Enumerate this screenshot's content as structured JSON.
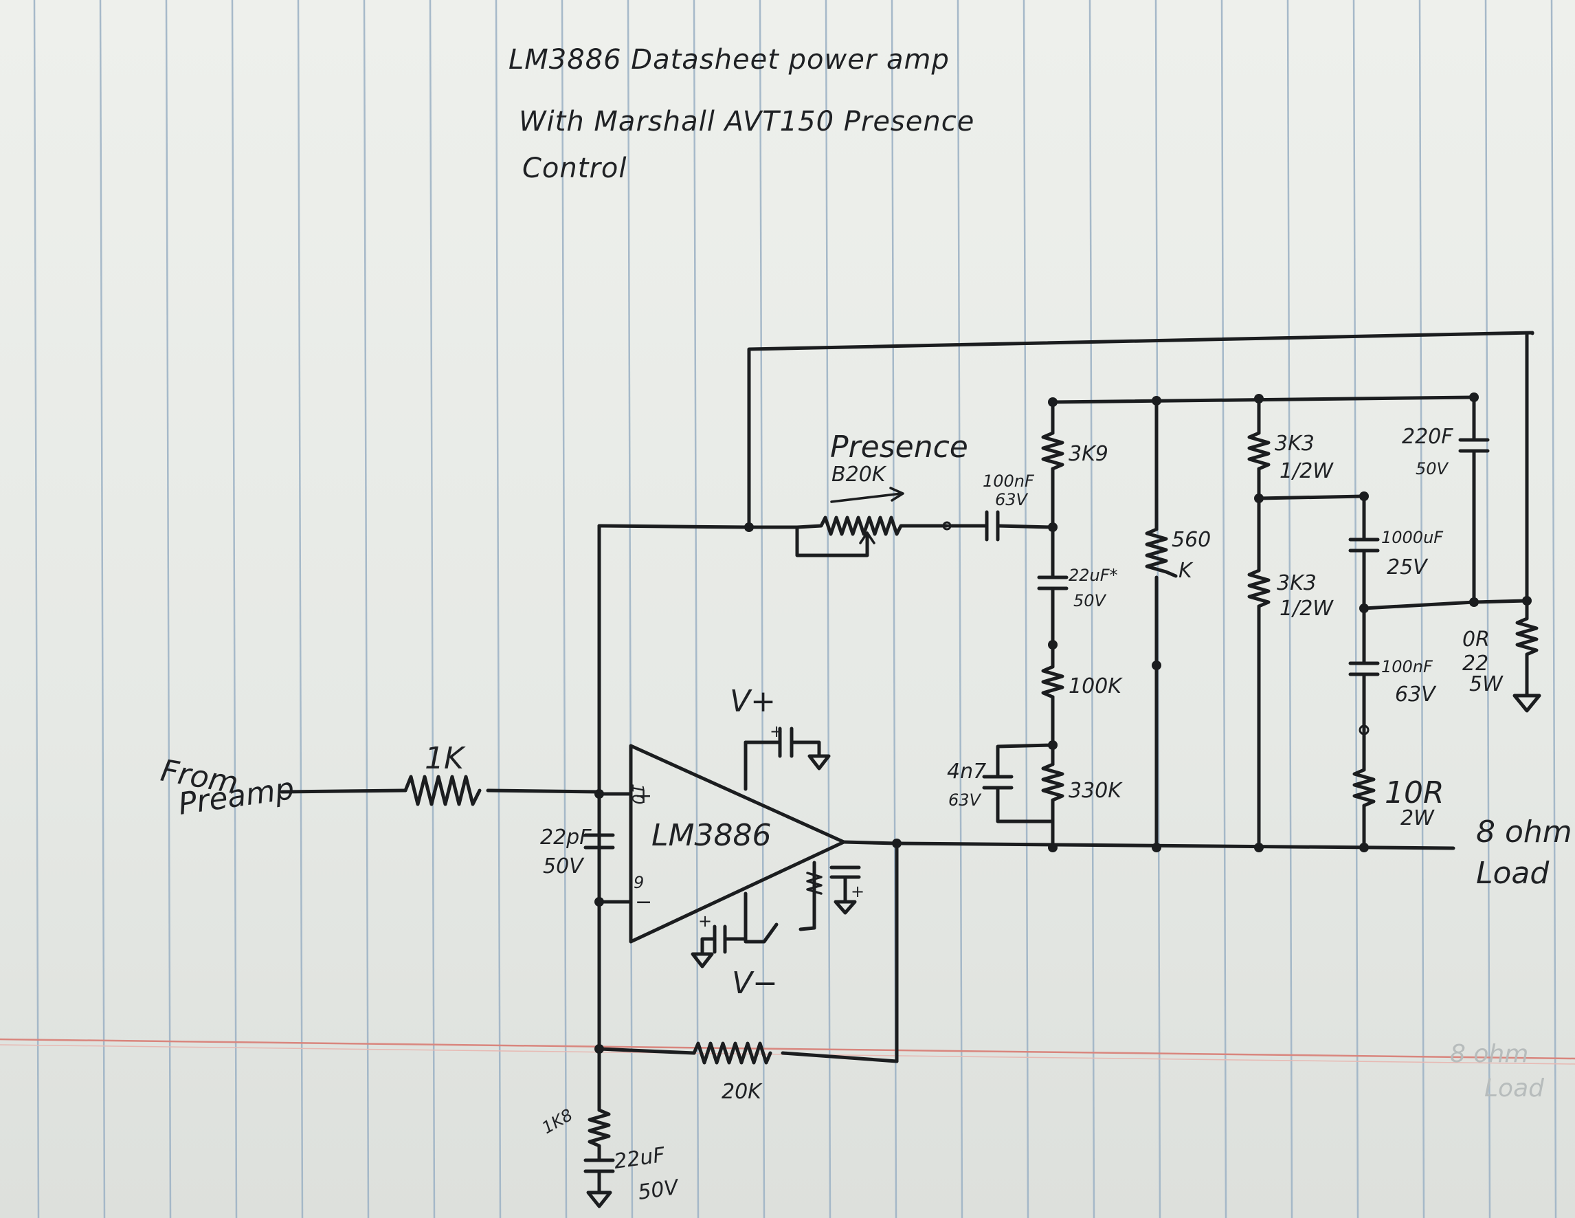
{
  "title": {
    "line1": "LM3886 Datasheet power amp",
    "line2": "With Marshall AVT150 Presence",
    "line3": "Control"
  },
  "labels": {
    "from": "From",
    "preamp": "Preamp",
    "r_input": "1K",
    "presence": "Presence",
    "presence_pot": "B20K",
    "c_series_val": "100nF",
    "c_series_v": "63V",
    "r_3k9": "3K9",
    "c_22uf_val": "22uF*",
    "c_22uf_v": "50V",
    "r_100k": "100K",
    "c_4n7_val": "4n7",
    "c_4n7_v": "63V",
    "r_330k": "330K",
    "r_560k_a": "560",
    "r_560k_b": "K",
    "r_3k3a_val": "3K3",
    "r_3k3a_w": "1/2W",
    "r_3k3b_val": "3K3",
    "r_3k3b_w": "1/2W",
    "c_220f_val": "220F",
    "c_220f_v": "50V",
    "c_1000uf_val": "1000uF",
    "c_1000uf_v": "25V",
    "c_100nf2_val": "100nF",
    "c_100nf2_v": "63V",
    "r_10r_val": "10R",
    "r_10r_w": "2W",
    "r_0r22_a": "0R",
    "r_0r22_b": "22",
    "r_0r22_w": "5W",
    "c_22pf_val": "22pF",
    "c_22pf_v": "50V",
    "chip": "LM3886",
    "pin10": "10",
    "pin9": "9",
    "plus": "+",
    "minus": "−",
    "vplus": "V+",
    "vminus": "V−",
    "r_20k": "20K",
    "r_1k8": "1K8",
    "c_22uf2_val": "22uF",
    "c_22uf2_v": "50V",
    "load_a": "8 ohm",
    "load_b": "Load",
    "faint_a": "8 ohm",
    "faint_b": "Load"
  },
  "colors": {
    "ink": "#1b1d1f",
    "paper": "#eef0ec",
    "rule_blue": "#9fb4c6",
    "margin_red": "#d9867e"
  }
}
